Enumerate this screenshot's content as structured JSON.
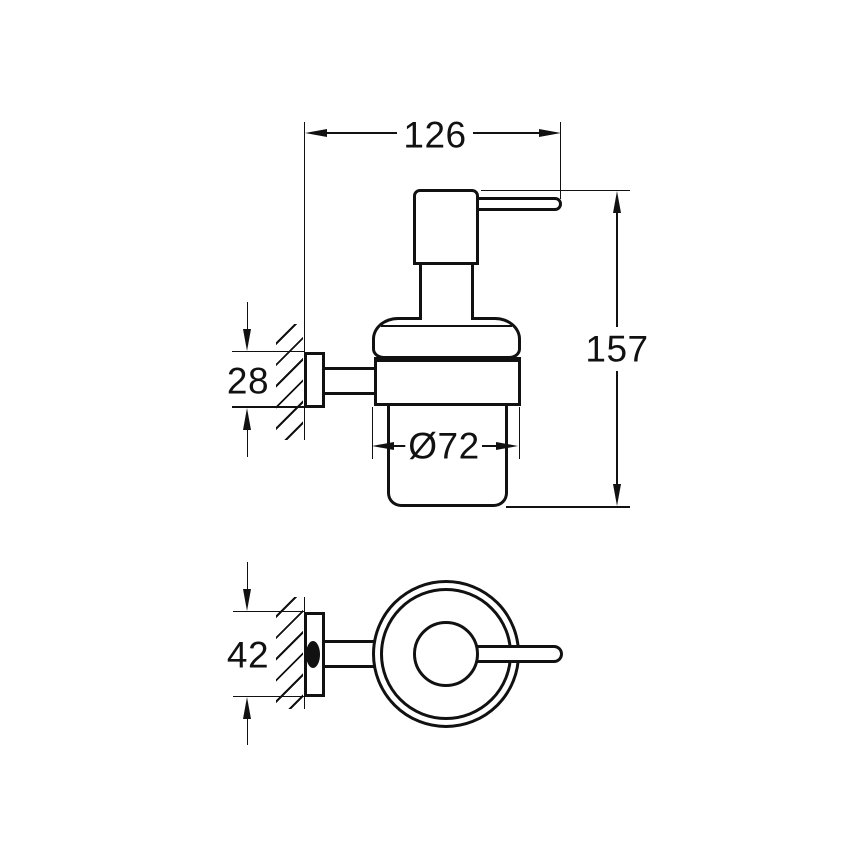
{
  "colors": {
    "ink": "#111111",
    "paper": "#ffffff"
  },
  "dimensions": {
    "width": "126",
    "height": "157",
    "bracket_depth": "28",
    "diameter": "Ø72",
    "bracket_width": "42"
  }
}
